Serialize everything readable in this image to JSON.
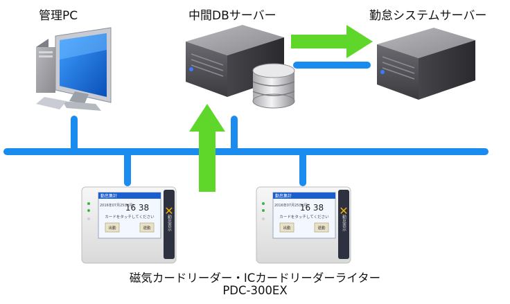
{
  "labels": {
    "management_pc": "管理PC",
    "intermediate_db_server": "中間DBサーバー",
    "attendance_system_server": "勤怠システムサーバー",
    "reader_writer": "磁気カードリーダー・ICカードリーダーライター",
    "model": "PDC-300EX"
  },
  "terminal_screen": {
    "header": "勤怠集計",
    "date": "2016年07月25日(月)",
    "time": "16 38",
    "message": "カードをタッチしてください",
    "button_in": "出勤",
    "button_out": "退勤",
    "side_text": "勤怠表示"
  },
  "colors": {
    "network_line": "#1a8cf0",
    "flow_arrow": "#5ed62a",
    "server_body": "#5a5a5e",
    "device_body": "#ececec",
    "logo_accent": "#f2b200"
  }
}
